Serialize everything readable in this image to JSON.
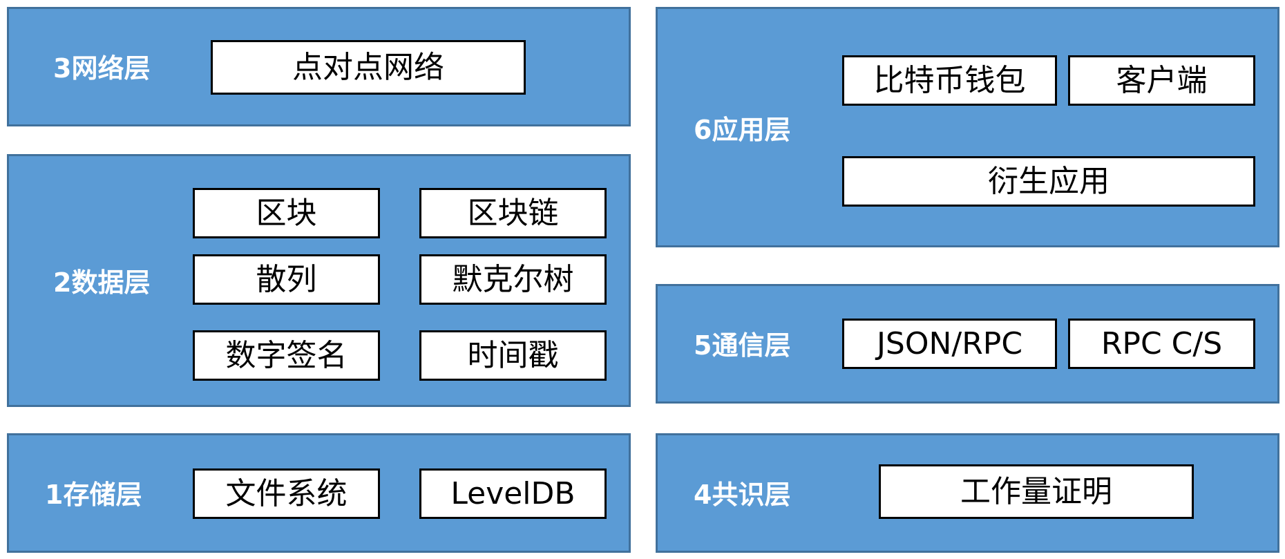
{
  "layers": {
    "network": {
      "label": "3网络层",
      "components": [
        "点对点网络"
      ]
    },
    "data": {
      "label": "2数据层",
      "components": [
        "区块",
        "区块链",
        "散列",
        "默克尔树",
        "数字签名",
        "时间戳"
      ]
    },
    "storage": {
      "label": "1存储层",
      "components": [
        "文件系统",
        "LevelDB"
      ]
    },
    "application": {
      "label": "6应用层",
      "components": [
        "比特币钱包",
        "客户端",
        "衍生应用"
      ]
    },
    "communication": {
      "label": "5通信层",
      "components": [
        "JSON/RPC",
        "RPC C/S"
      ]
    },
    "consensus": {
      "label": "4共识层",
      "components": [
        "工作量证明"
      ]
    }
  },
  "colors": {
    "layer_fill": "#5b9bd5",
    "layer_border": "#41719c",
    "label_text": "#ffffff",
    "box_fill": "#ffffff",
    "box_border": "#000000"
  }
}
